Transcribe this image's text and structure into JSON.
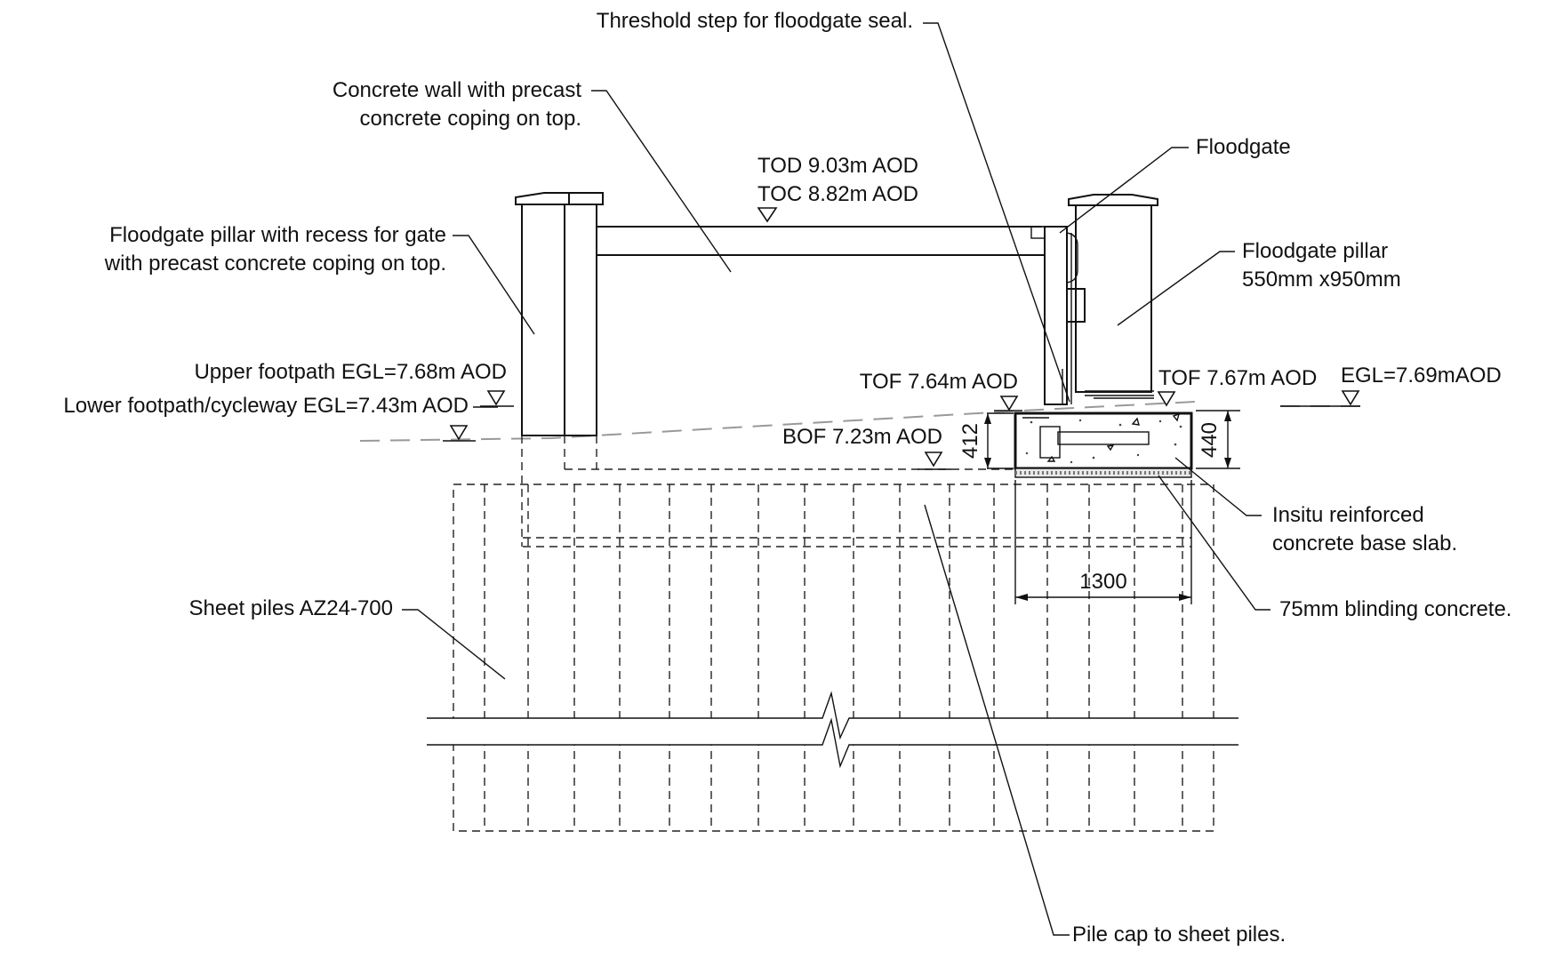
{
  "labels": {
    "threshold": "Threshold step for floodgate seal.",
    "wall_l1": "Concrete wall with precast",
    "wall_l2": "concrete coping on top.",
    "floodgate": "Floodgate",
    "tod": "TOD 9.03m AOD",
    "toc": "TOC 8.82m AOD",
    "pillar_recess_l1": "Floodgate pillar with recess for gate",
    "pillar_recess_l2": "with precast concrete coping on top.",
    "pillar_l1": "Floodgate pillar",
    "pillar_l2": "550mm x950mm",
    "upper_footpath": "Upper footpath EGL=7.68m AOD",
    "lower_footpath": "Lower footpath/cycleway EGL=7.43m AOD",
    "tof_left": "TOF 7.64m AOD",
    "tof_right": "TOF 7.67m AOD",
    "egl_right": "EGL=7.69mAOD",
    "bof": "BOF 7.23m AOD",
    "base_slab_l1": "Insitu reinforced",
    "base_slab_l2": "concrete base slab.",
    "blinding": "75mm blinding concrete.",
    "sheet_piles": "Sheet piles AZ24-700",
    "pile_cap": "Pile cap to sheet piles."
  },
  "dimensions": {
    "slab_width": "1300",
    "depth_left": "412",
    "depth_right": "440"
  }
}
